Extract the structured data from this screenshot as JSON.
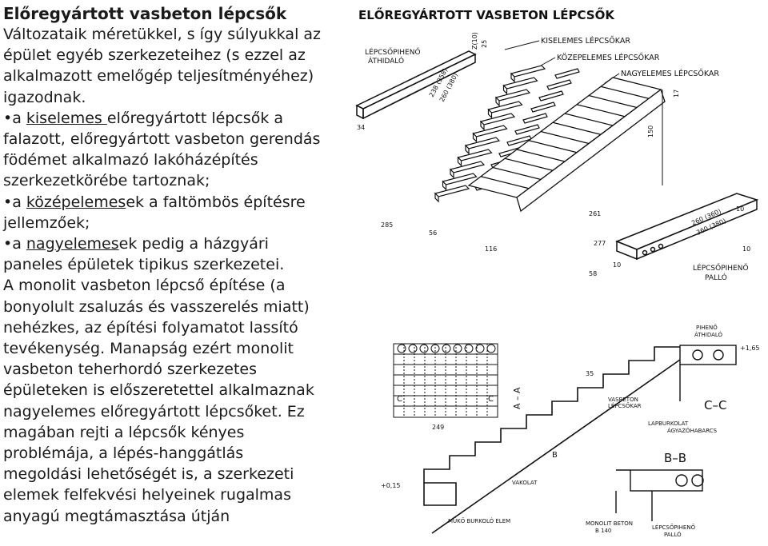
{
  "document": {
    "title": "Előregyártott vasbeton lépcsők",
    "lines": [
      "Változataik méretükkel, s így súlyukkal az",
      "épület egyéb szerkezeteihez (s ezzel az",
      "alkalmazott emelőgép teljesítményéhez)",
      "igazodnak.",
      {
        "pre": "•a ",
        "u": "kiselemes ",
        "post": "előregyártott lépcsők a"
      },
      "falazott, előregyártott vasbeton gerendás",
      "födémet alkalmazó lakóházépítés",
      "szerkezetkörébe tartoznak;",
      {
        "pre": "•a ",
        "u": "középelemes",
        "post": "ek a faltömbös építésre"
      },
      "jellemzőek;",
      {
        "pre": "•a ",
        "u": "nagyelemes",
        "post": "ek pedig a házgyári"
      },
      "paneles épületek tipikus szerkezetei.",
      "A monolit vasbeton lépcső építése (a",
      "bonyolult zsaluzás és vasszerelés miatt)",
      "nehézkes, az építési folyamatot lassító",
      "tevékenység. Manapság ezért monolit",
      "vasbeton teherhordó szerkezetes",
      "épületeken is előszeretettel alkalmaznak",
      "nagyelemes előregyártott lépcsőket. Ez",
      "magában rejti a lépcsők kényes",
      "problémája, a lépés-hanggátlás",
      "megoldási lehetőségét is, a szerkezeti",
      "elemek felfekvési helyeinek rugalmas",
      "anyagú megtámasztása útján"
    ]
  },
  "drawing_top": {
    "title": "ELŐREGYÁRTOTT VASBETON LÉPCSŐK",
    "labels": {
      "landing_beam_1": "LÉPCSŐPIHENŐ",
      "landing_beam_2": "ÁTHIDALÓ",
      "small": "KISELEMES LÉPCSŐKAR",
      "medium": "KÖZEPELEMES LÉPCSŐKAR",
      "large": "NAGYELEMES LÉPCSŐKAR",
      "landing_plate_1": "LÉPCSŐPIHENŐ",
      "landing_plate_2": "PALLÓ"
    },
    "dims": {
      "d1": "238 (358)",
      "d2": "260 (380)",
      "d3": "34",
      "d4": "Z(10)",
      "d5": "25",
      "d6": "17",
      "d7": "150",
      "d8": "285",
      "d9": "56",
      "d10": "116",
      "d11": "261",
      "d12": "277",
      "d13": "10",
      "d14": "260 (360)",
      "d15": "360 (380)",
      "d16": "10",
      "d17": "58",
      "d18": "10"
    }
  },
  "drawing_bot": {
    "labels": {
      "aa": "A – A",
      "cc": "C–C",
      "bb": "B–B",
      "pihen1": "PIHENŐ",
      "pihen2": "ÁTHIDALÓ",
      "vasbeton1": "VASBETON",
      "vasbeton2": "LÉPCSŐKAR",
      "lapburkolat": "LAPBURKOLAT",
      "agyazo": "ÁGYAZÓHABARCS",
      "vakolat": "VAKOLAT",
      "muko": "MŰKŐ BURKOLÓ ELEM",
      "monolit1": "MONOLIT BETON",
      "monolit2": "B 140",
      "lepcsopih1": "LÉPCSŐPIHENŐ",
      "lepcsopih2": "PALLÓ",
      "plus165": "+1,65",
      "plus015": "+0,15",
      "c_left": "C",
      "c_right": "C",
      "b_mark": "B",
      "d249": "249",
      "d35": "35"
    }
  }
}
